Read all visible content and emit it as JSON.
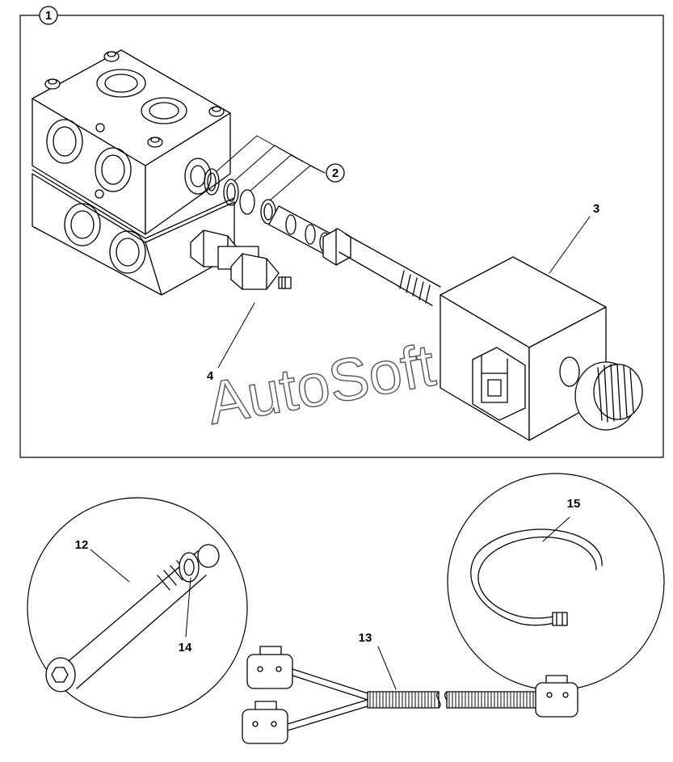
{
  "callouts": {
    "c1": "1",
    "c2": "2",
    "c3": "3",
    "c4": "4",
    "c12": "12",
    "c13": "13",
    "c14": "14",
    "c15": "15"
  },
  "watermark": "AutoSoft"
}
